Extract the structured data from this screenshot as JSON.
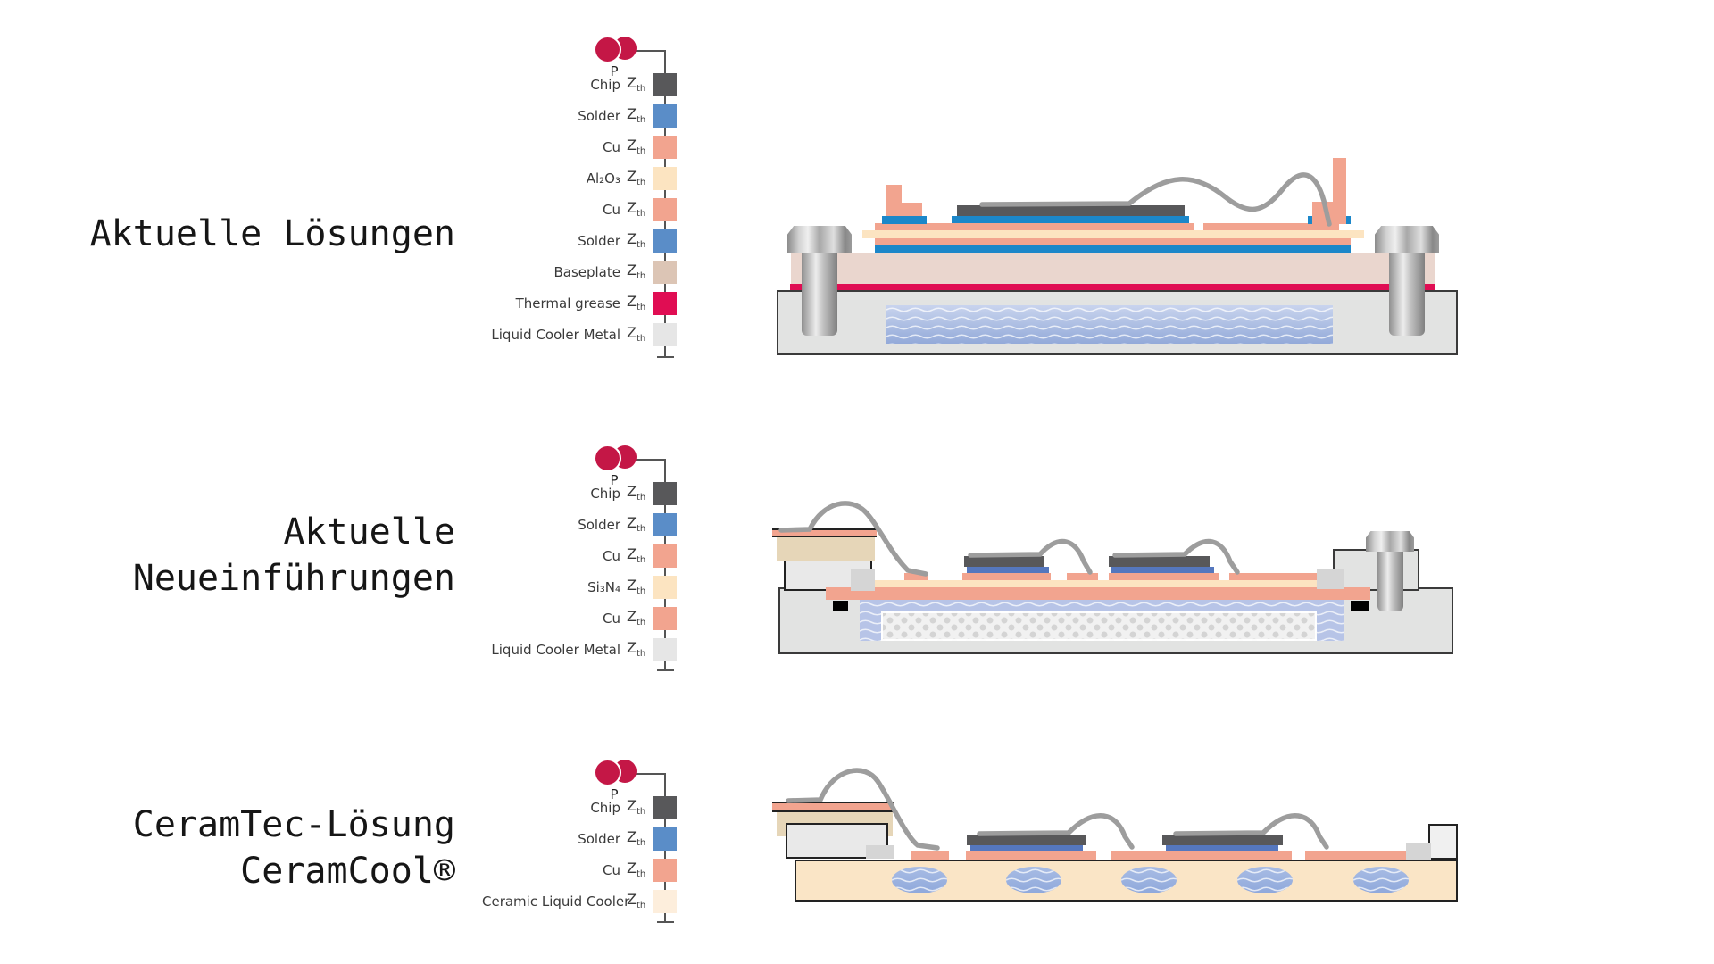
{
  "colors": {
    "chip": "#58585A",
    "solder": "#5A8DC8",
    "layerblue": "#1C87C9",
    "chipsolder": "#5577BE",
    "cu": "#F2A48F",
    "insulator": "#FCE4C1",
    "baseplatelegend": "#DCC5B5",
    "baseplate": "#EAD6CE",
    "grease": "#E00D53",
    "coolermetal": "#E6E6E6",
    "coolerbody": "#E2E3E2",
    "outline": "#3A3A3A",
    "waterlight": "#C9D4EE",
    "water": "#93AAD9",
    "waterband": "#B7C4E7",
    "ovaltop": "#A8BCE4",
    "ovalbottom": "#8FA8DB",
    "pinbg": "#F1F1F1",
    "pindot": "#D4D4D4",
    "wire": "#9D9D9D",
    "tan": "#E6D6B8",
    "grayblock": "#E9E9E9",
    "graysquare": "#D5D5D5",
    "ceramicbody": "#FAE5C6",
    "ceramiclegend": "#FDEEDC",
    "powercircle": "#C41746"
  },
  "sections": [
    {
      "id": "current-solutions",
      "title_lines": [
        "Aktuelle Lösungen"
      ],
      "power_label": "P",
      "zth": {
        "base": "Z",
        "sub": "th"
      },
      "legend": [
        {
          "label": "Chip",
          "color": "#58585A"
        },
        {
          "label": "Solder",
          "color": "#5A8DC8"
        },
        {
          "label": "Cu",
          "color": "#F2A48F"
        },
        {
          "label": "Al₂O₃",
          "color": "#FCE4C1"
        },
        {
          "label": "Cu",
          "color": "#F2A48F"
        },
        {
          "label": "Solder",
          "color": "#5A8DC8"
        },
        {
          "label": "Baseplate",
          "color": "#DCC5B5"
        },
        {
          "label": "Thermal grease",
          "color": "#E00D53"
        },
        {
          "label": "Liquid Cooler Metal",
          "color": "#E6E6E6"
        }
      ]
    },
    {
      "id": "current-new-introductions",
      "title_lines": [
        "Aktuelle",
        "Neueinführungen"
      ],
      "power_label": "P",
      "zth": {
        "base": "Z",
        "sub": "th"
      },
      "legend": [
        {
          "label": "Chip",
          "color": "#58585A"
        },
        {
          "label": "Solder",
          "color": "#5A8DC8"
        },
        {
          "label": "Cu",
          "color": "#F2A48F"
        },
        {
          "label": "Si₃N₄",
          "color": "#FCE4C1"
        },
        {
          "label": "Cu",
          "color": "#F2A48F"
        },
        {
          "label": "Liquid Cooler Metal",
          "color": "#E6E6E6"
        }
      ]
    },
    {
      "id": "ceramtec-solution",
      "title_lines": [
        "CeramTec-Lösung",
        "CeramCool®"
      ],
      "power_label": "P",
      "zth": {
        "base": "Z",
        "sub": "th"
      },
      "legend": [
        {
          "label": "Chip",
          "color": "#58585A"
        },
        {
          "label": "Solder",
          "color": "#5A8DC8"
        },
        {
          "label": "Cu",
          "color": "#F2A48F"
        },
        {
          "label": "Ceramic Liquid Cooler",
          "color": "#FDEEDC"
        }
      ]
    }
  ]
}
